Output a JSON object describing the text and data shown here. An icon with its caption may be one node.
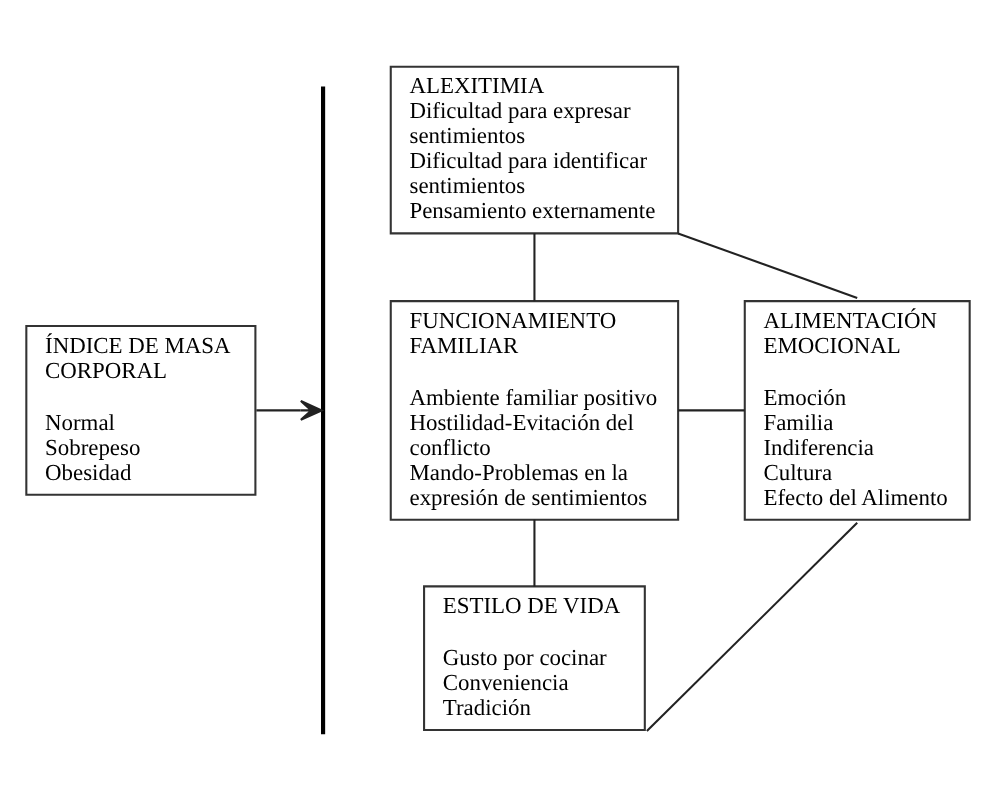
{
  "diagram": {
    "nodes": [
      {
        "text": [
          "ÍNDICE DE MASA CORPORAL",
          "Normal",
          "Sobrepeso",
          "Obesidad"
        ]
      },
      {
        "text": [],
        "shape": "bar"
      },
      {
        "text": [
          "ALEXITIMIA",
          "Dificultad para expresar sentimientos",
          "Dificultad para identificar sentimientos",
          "Pensamiento externamente"
        ]
      },
      {
        "text": [
          "FUNCIONAMIENTO FAMILIAR",
          "Ambiente familiar positivo",
          "Hostilidad-Evitación del conflicto",
          "Mando-Problemas en la expresión de sentimientos"
        ]
      },
      {
        "text": [
          "ALIMENTACIÓN EMOCIONAL",
          "Emoción",
          "Familia",
          "Indiferencia",
          "Cultura",
          "Efecto del Alimento"
        ]
      },
      {
        "text": [
          "ESTILO DE VIDA",
          "Gusto por cocinar",
          "Conveniencia",
          "Tradición"
        ]
      }
    ],
    "edges": [
      {
        "from": 0,
        "to": 1,
        "arrow": "to"
      },
      {
        "from": 2,
        "to": 3,
        "arrow": "none"
      },
      {
        "from": 3,
        "to": 5,
        "arrow": "none"
      },
      {
        "from": 2,
        "to": 4,
        "arrow": "none"
      },
      {
        "from": 3,
        "to": 4,
        "arrow": "none"
      },
      {
        "from": 5,
        "to": 4,
        "arrow": "none"
      }
    ]
  }
}
